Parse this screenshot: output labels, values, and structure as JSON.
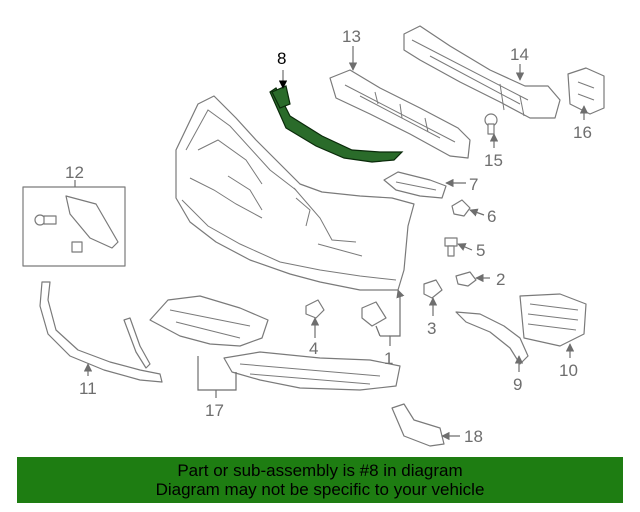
{
  "highlight_color": "#1e7d12",
  "highlighted_part": "8",
  "callouts": {
    "c1": "1",
    "c2": "2",
    "c3": "3",
    "c4": "4",
    "c5": "5",
    "c6": "6",
    "c7": "7",
    "c8": "8",
    "c9": "9",
    "c10": "10",
    "c11": "11",
    "c12": "12",
    "c13": "13",
    "c14": "14",
    "c15": "15",
    "c16": "16",
    "c17": "17",
    "c18": "18"
  },
  "banner": {
    "line1": "Part or sub-assembly is #8 in diagram",
    "line2": "Diagram may not be specific to your vehicle"
  }
}
